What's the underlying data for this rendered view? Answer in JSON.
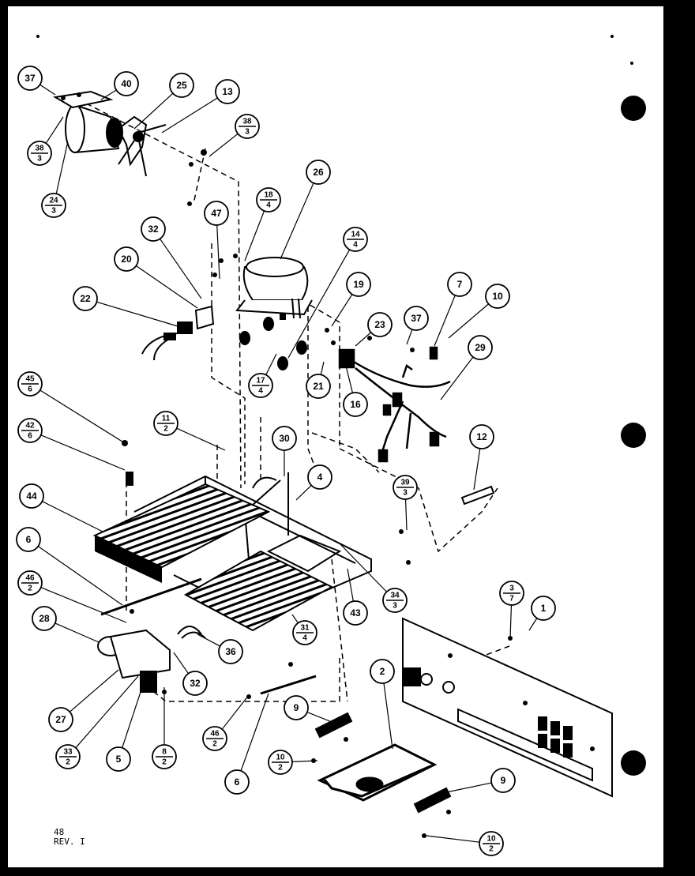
{
  "page": {
    "number": "48",
    "revision": "REV. I"
  },
  "callouts": [
    {
      "id": "c37a",
      "label": "37"
    },
    {
      "id": "c40",
      "label": "40"
    },
    {
      "id": "c25",
      "label": "25"
    },
    {
      "id": "c13",
      "label": "13"
    },
    {
      "id": "c38a",
      "num": "38",
      "den": "3"
    },
    {
      "id": "c38b",
      "num": "38",
      "den": "3"
    },
    {
      "id": "c24",
      "num": "24",
      "den": "3"
    },
    {
      "id": "c26",
      "label": "26"
    },
    {
      "id": "c18",
      "num": "18",
      "den": "4"
    },
    {
      "id": "c47",
      "label": "47"
    },
    {
      "id": "c32a",
      "label": "32"
    },
    {
      "id": "c20",
      "label": "20"
    },
    {
      "id": "c22",
      "label": "22"
    },
    {
      "id": "c14",
      "num": "14",
      "den": "4"
    },
    {
      "id": "c19",
      "label": "19"
    },
    {
      "id": "c7",
      "label": "7"
    },
    {
      "id": "c10a",
      "label": "10"
    },
    {
      "id": "c23",
      "label": "23"
    },
    {
      "id": "c37b",
      "label": "37"
    },
    {
      "id": "c29",
      "label": "29"
    },
    {
      "id": "c17",
      "num": "17",
      "den": "4"
    },
    {
      "id": "c21",
      "label": "21"
    },
    {
      "id": "c16",
      "label": "16"
    },
    {
      "id": "c45",
      "num": "45",
      "den": "6"
    },
    {
      "id": "c42",
      "num": "42",
      "den": "6"
    },
    {
      "id": "c11",
      "num": "11",
      "den": "2"
    },
    {
      "id": "c30",
      "label": "30"
    },
    {
      "id": "c12",
      "label": "12"
    },
    {
      "id": "c4",
      "label": "4"
    },
    {
      "id": "c39",
      "num": "39",
      "den": "3"
    },
    {
      "id": "c44",
      "label": "44"
    },
    {
      "id": "c6a",
      "label": "6"
    },
    {
      "id": "c46a",
      "num": "46",
      "den": "2"
    },
    {
      "id": "c34",
      "num": "34",
      "den": "3"
    },
    {
      "id": "c3",
      "num": "3",
      "den": "7"
    },
    {
      "id": "c1",
      "label": "1"
    },
    {
      "id": "c28",
      "label": "28"
    },
    {
      "id": "c31",
      "num": "31",
      "den": "4"
    },
    {
      "id": "c43",
      "label": "43"
    },
    {
      "id": "c36",
      "label": "36"
    },
    {
      "id": "c32b",
      "label": "32"
    },
    {
      "id": "c2",
      "label": "2"
    },
    {
      "id": "c27",
      "label": "27"
    },
    {
      "id": "c9a",
      "label": "9"
    },
    {
      "id": "c46b",
      "num": "46",
      "den": "2"
    },
    {
      "id": "c33",
      "num": "33",
      "den": "2"
    },
    {
      "id": "c5",
      "label": "5"
    },
    {
      "id": "c8",
      "num": "8",
      "den": "2"
    },
    {
      "id": "c10b",
      "num": "10",
      "den": "2"
    },
    {
      "id": "c6b",
      "label": "6"
    },
    {
      "id": "c9b",
      "label": "9"
    },
    {
      "id": "c10c",
      "num": "10",
      "den": "2"
    }
  ]
}
